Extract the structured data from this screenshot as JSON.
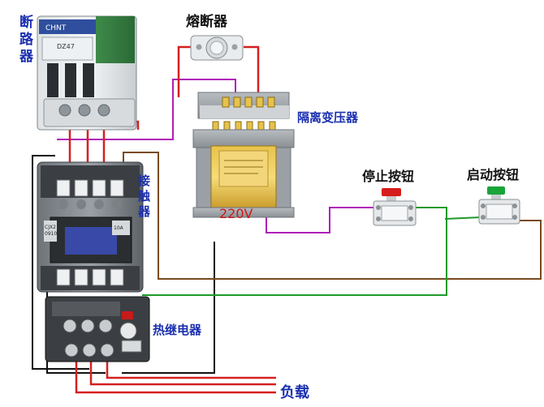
{
  "labels": {
    "breaker": "断路器",
    "fuse": "熔断器",
    "transformer": "隔离变压器",
    "contactor": "接触器",
    "thermal_relay": "热继电器",
    "stop_button": "停止按钮",
    "start_button": "启动按钮",
    "load": "负载",
    "voltage": "220V"
  },
  "breaker_print": {
    "brand": "CHNT",
    "model": "DZ47"
  },
  "contactor_print": {
    "model_line1": "CJX2",
    "model_line2": "0910",
    "rating": "10A"
  },
  "colors": {
    "red_wire": "#d42020",
    "black_wire": "#111111",
    "brown_wire": "#7a4a1e",
    "purple_wire": "#b01db8",
    "green_wire": "#1e9a2a",
    "label_blue": "#1a2fb0",
    "label_red": "#d11616"
  },
  "icons": {
    "breaker": "circuit-breaker-icon",
    "fuse": "fuse-icon",
    "transformer": "transformer-icon",
    "contactor": "contactor-icon",
    "thermal_relay": "thermal-relay-icon",
    "stop_button": "stop-button-icon",
    "start_button": "start-button-icon"
  }
}
